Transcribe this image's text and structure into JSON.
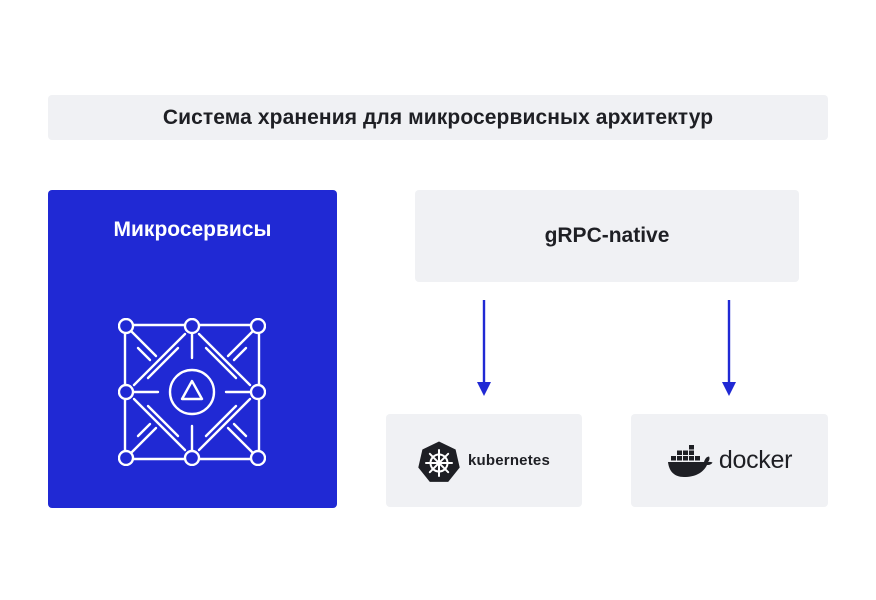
{
  "banner": {
    "title": "Система хранения для микросервисных архитектур"
  },
  "microservices": {
    "title": "Микросервисы",
    "icon": "microservices-network-icon"
  },
  "grpc": {
    "label": "gRPC-native"
  },
  "platforms": {
    "kubernetes": {
      "label": "kubernetes",
      "icon": "kubernetes-helm-icon"
    },
    "docker": {
      "label": "docker",
      "icon": "docker-whale-icon"
    }
  },
  "colors": {
    "accent": "#2029d4",
    "panel": "#f0f1f4",
    "text": "#1e1f24",
    "white": "#ffffff"
  }
}
